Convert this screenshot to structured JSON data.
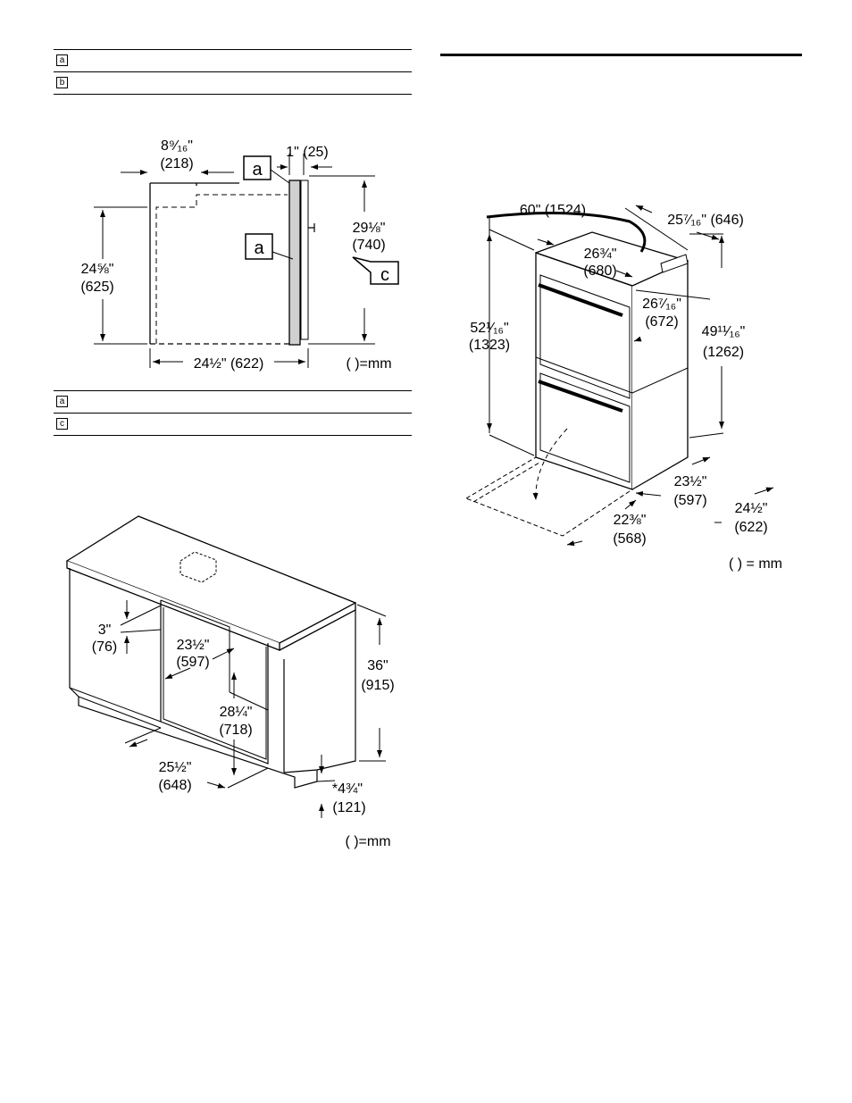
{
  "legend_top": {
    "rows": [
      {
        "key": "a"
      },
      {
        "key": "b"
      }
    ]
  },
  "legend_mid": {
    "rows": [
      {
        "key": "a"
      },
      {
        "key": "c"
      }
    ]
  },
  "fig_side": {
    "d1_in": "8⁹⁄₁₆\"",
    "d1_mm": "(218)",
    "d2": "1\" (25)",
    "d3_in": "29⅛\"",
    "d3_mm": "(740)",
    "d4_in": "24⅝\"",
    "d4_mm": "(625)",
    "d5": "24½\" (622)",
    "unit": "( )=mm",
    "callout_a": "a",
    "callout_c": "c"
  },
  "fig_oven": {
    "cord": "60\" (1524)",
    "top_width": "25⁷⁄₁₆\" (646)",
    "w1_in": "26¾\"",
    "w1_mm": "(680)",
    "w2_in": "26⁷⁄₁₆\"",
    "w2_mm": "(672)",
    "h1_in": "52¹⁄₁₆\"",
    "h1_mm": "(1323)",
    "h2_in": "49¹¹⁄₁₆\"",
    "h2_mm": "(1262)",
    "d1_in": "23½\"",
    "d1_mm": "(597)",
    "d2_in": "24½\"",
    "d2_mm": "(622)",
    "d3_in": "22⅜\"",
    "d3_mm": "(568)",
    "unit": "( ) = mm"
  },
  "fig_cabinet": {
    "a_in": "3\"",
    "a_mm": "(76)",
    "b_in": "23½\"",
    "b_mm": "(597)",
    "c_in": "28¼\"",
    "c_mm": "(718)",
    "d_in": "36\"",
    "d_mm": "(915)",
    "e_in": "25½\"",
    "e_mm": "(648)",
    "f_in": "*4¾\"",
    "f_mm": "(121)",
    "unit": "( )=mm"
  }
}
